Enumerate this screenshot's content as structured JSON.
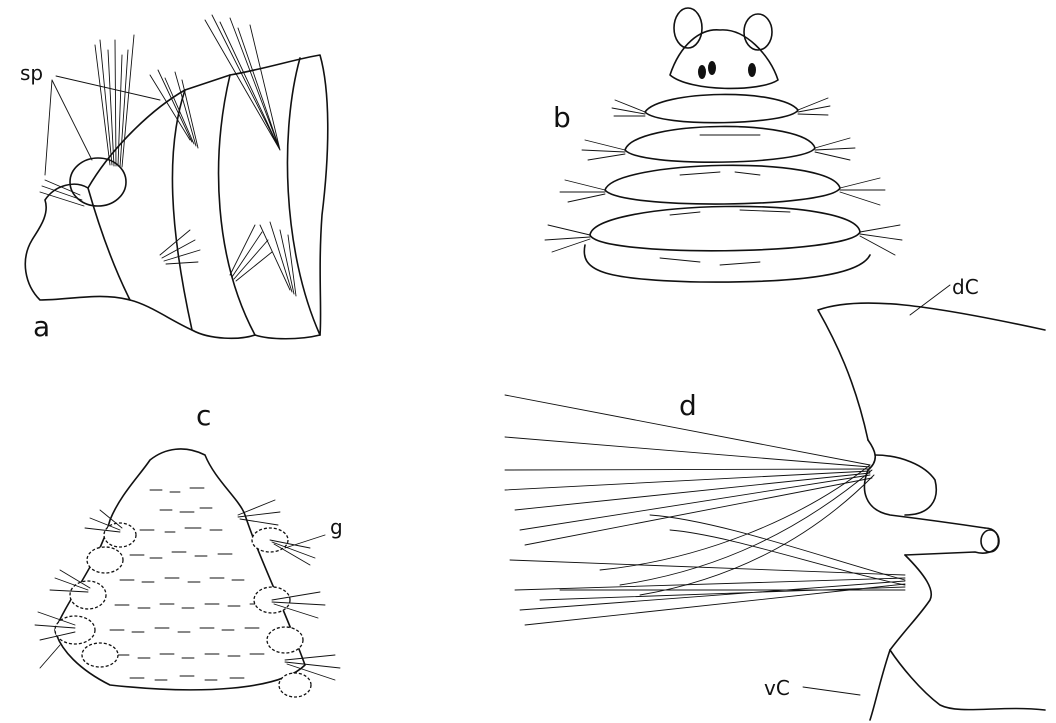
{
  "labels": {
    "panel_a": "a",
    "panel_b": "b",
    "panel_c": "c",
    "panel_d": "d",
    "spines": "sp",
    "glands": "g",
    "dorsal_cirrus": "dC",
    "ventral_cirrus": "vC"
  },
  "ink_color": "#111111",
  "paper_color": "#ffffff"
}
